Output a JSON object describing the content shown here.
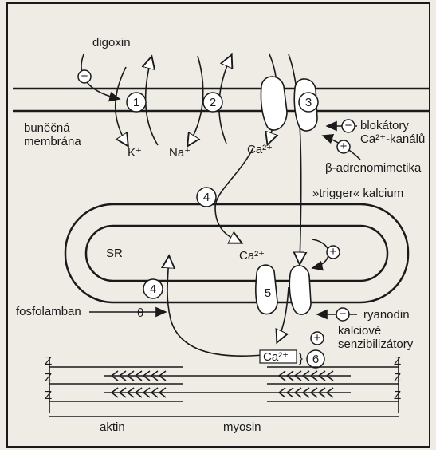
{
  "labels": {
    "digoxin": "digoxin",
    "cell_membrane_line1": "buněčná",
    "cell_membrane_line2": "membrána",
    "k_ion": "K⁺",
    "na_ion": "Na⁺",
    "ca_ion_top": "Ca²⁺",
    "blockers_line1": "blokátory",
    "blockers_line2": "Ca²⁺-kanálů",
    "beta_agonists": "β-adrenomimetika",
    "trigger_calcium": "»trigger« kalcium",
    "sr": "SR",
    "ca_ion_sr": "Ca²⁺",
    "phospholamban": "fosfolamban",
    "ryanodine": "ryanodin",
    "sensitizers_line1": "kalciové",
    "sensitizers_line2": "senzibilizátory",
    "ca_ion_bottom": "Ca²⁺",
    "actin": "aktin",
    "myosin": "myosin",
    "z_line": "Z"
  },
  "markers": {
    "n1": "1",
    "n2": "2",
    "n3": "3",
    "n4a": "4",
    "n4b": "4",
    "n5": "5",
    "n6": "6",
    "minus": "−",
    "plus": "+",
    "theta": "θ"
  },
  "colors": {
    "ink": "#1a1a1a",
    "paper": "#efece6",
    "fill": "#ffffff"
  }
}
